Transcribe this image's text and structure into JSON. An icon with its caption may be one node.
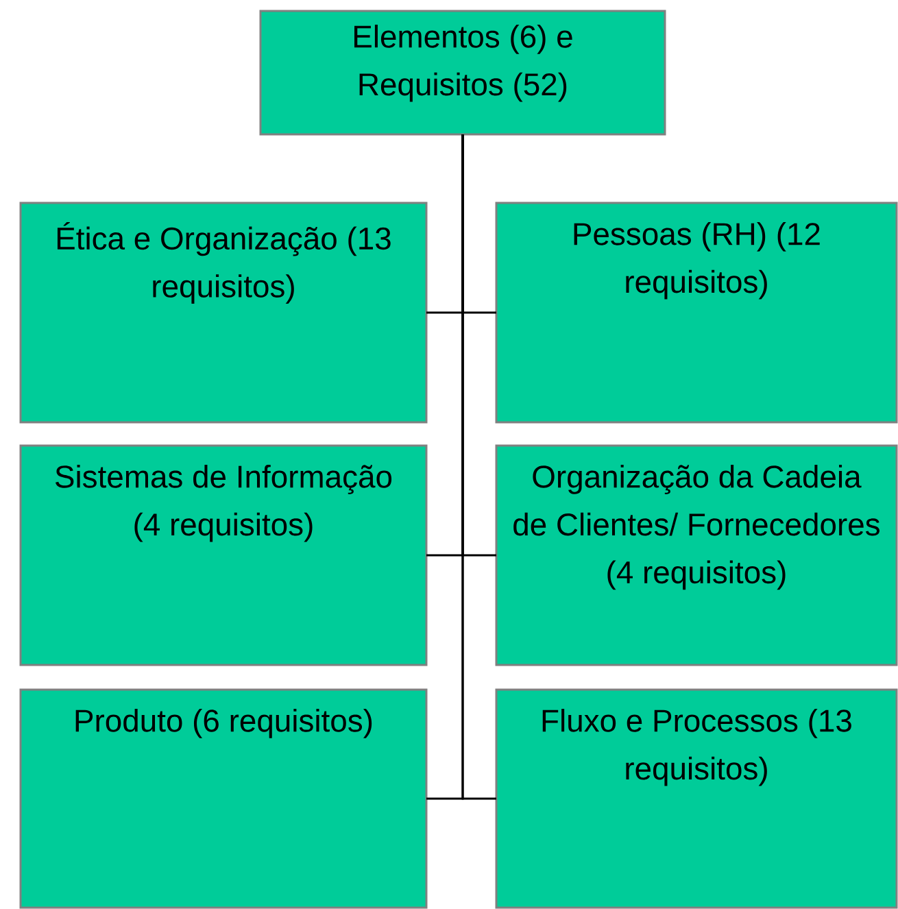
{
  "diagram": {
    "nodes": [
      {
        "text": [
          "Elementos (6) e Requisitos (52)"
        ]
      },
      {
        "text": [
          "Ética e Organização (13 requisitos)"
        ]
      },
      {
        "text": [
          "Pessoas (RH) (12 requisitos)"
        ]
      },
      {
        "text": [
          "Sistemas de Informação (4 requisitos)"
        ]
      },
      {
        "text": [
          "Organização da Cadeia de Clientes/ Fornecedores (4 requisitos)"
        ]
      },
      {
        "text": [
          "Produto (6 requisitos)"
        ]
      },
      {
        "text": [
          "Fluxo e Processos (13 requisitos)"
        ]
      }
    ],
    "edges": [
      {
        "from": 0,
        "to": 1,
        "arrow": "none"
      },
      {
        "from": 0,
        "to": 2,
        "arrow": "none"
      },
      {
        "from": 0,
        "to": 3,
        "arrow": "none"
      },
      {
        "from": 0,
        "to": 4,
        "arrow": "none"
      },
      {
        "from": 0,
        "to": 5,
        "arrow": "none"
      },
      {
        "from": 0,
        "to": 6,
        "arrow": "none"
      }
    ]
  }
}
